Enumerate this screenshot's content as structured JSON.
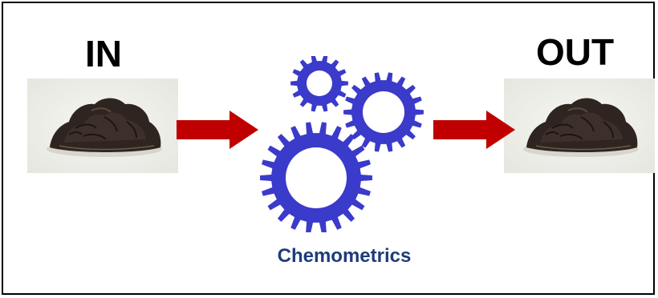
{
  "labels": {
    "input": "IN",
    "output": "OUT"
  },
  "caption": "Chemometrics",
  "icons": {
    "input_image": "dung-pile-icon",
    "output_image": "dung-pile-icon",
    "arrow": "right-arrow-icon",
    "process": "gears-icon"
  },
  "colors": {
    "arrow": "#c00000",
    "gear": "#3a3acb",
    "caption": "#1f3b7a",
    "frame": "#000000"
  }
}
